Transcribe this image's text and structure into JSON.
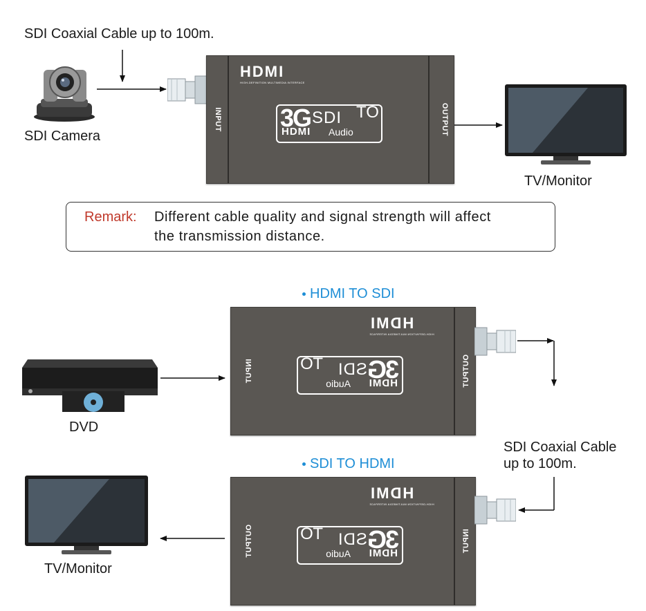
{
  "top": {
    "cable_label": "SDI Coaxial Cable up to 100m.",
    "camera_label": "SDI Camera",
    "tv_label": "TV/Monitor",
    "converter": {
      "logo": "HDMI",
      "logo_sub": "HIGH-DEFINITION MULTIMEDIA INTERFACE",
      "input_label": "INPUT",
      "output_label": "OUTPUT",
      "badge": {
        "big": "3G",
        "sdi": "SDI",
        "to": "TO",
        "hdmi": "HDMI",
        "audio": "Audio"
      }
    }
  },
  "remark": {
    "label": "Remark:",
    "line1": "Different cable quality and signal strength will affect",
    "line2": "the transmission distance."
  },
  "bottom": {
    "hdmi_to_sdi_title": "HDMI TO SDI",
    "sdi_to_hdmi_title": "SDI TO HDMI",
    "dvd_label": "DVD",
    "tv_label": "TV/Monitor",
    "cable_label_line1": "SDI Coaxial Cable",
    "cable_label_line2": "up to 100m.",
    "converter_upper": {
      "input_label": "INPUT",
      "output_label": "OUTPUT",
      "logo": "HDMI",
      "logo_sub": "HIGH-DEFINITION MULTIMEDIA INTERFACE",
      "badge": {
        "big": "3G",
        "sdi": "SDI",
        "to": "TO",
        "hdmi": "HDMI",
        "audio": "Audio"
      }
    },
    "converter_lower": {
      "input_label": "INPUT",
      "output_label": "OUTPUT",
      "logo": "HDMI",
      "logo_sub": "HIGH-DEFINITION MULTIMEDIA INTERFACE",
      "badge": {
        "big": "3G",
        "sdi": "SDI",
        "to": "TO",
        "hdmi": "HDMI",
        "audio": "Audio"
      }
    }
  },
  "colors": {
    "device_body": "#5a5753",
    "remark_label": "#c0392b",
    "title_blue": "#1e8ed6"
  }
}
